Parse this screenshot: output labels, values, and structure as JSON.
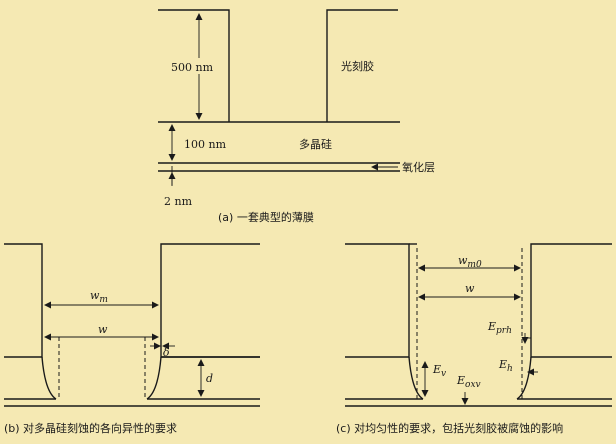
{
  "panel_a": {
    "resist_thickness": "500 nm",
    "resist_label": "光刻胶",
    "poly_thickness": "100 nm",
    "poly_label": "多晶硅",
    "oxide_label": "氧化层",
    "oxide_thickness": "2 nm",
    "caption": "(a) 一套典型的薄膜"
  },
  "panel_b": {
    "wm": "w",
    "wm_sub": "m",
    "w": "w",
    "delta": "δ",
    "d": "d",
    "caption": "(b) 对多晶硅刻蚀的各向异性的要求"
  },
  "panel_c": {
    "wm0": "w",
    "wm0_sub": "m0",
    "w": "w",
    "eprh": "E",
    "eprh_sub": "prh",
    "eh": "E",
    "eh_sub": "h",
    "ev": "E",
    "ev_sub": "v",
    "eoxv": "E",
    "eoxv_sub": "oxv",
    "caption": "(c) 对均匀性的要求，包括光刻胶被腐蚀的影响"
  }
}
